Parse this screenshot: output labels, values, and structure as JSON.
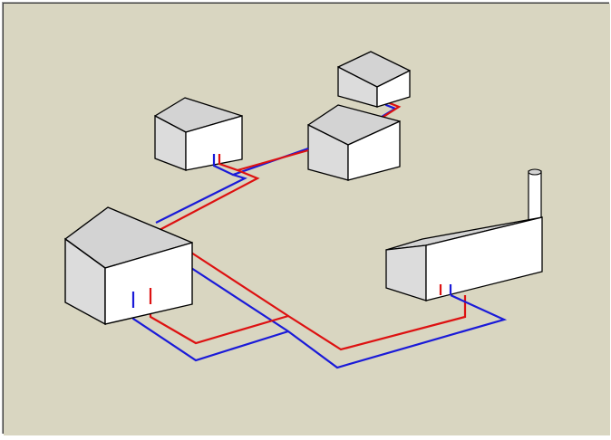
{
  "scene": {
    "background": "#d9d6c1",
    "colors": {
      "hot_pipe": "#dd1111",
      "cold_pipe": "#1a1ad8",
      "roof": "#d3d3d3",
      "wall_light": "#ffffff",
      "wall_shade": "#dcdcdc",
      "outline": "#000000"
    },
    "objects": [
      "house-large",
      "house-medium-left",
      "house-medium-right",
      "house-small-back",
      "factory-building",
      "chimney",
      "hot-pipe-network",
      "cold-pipe-network"
    ]
  }
}
